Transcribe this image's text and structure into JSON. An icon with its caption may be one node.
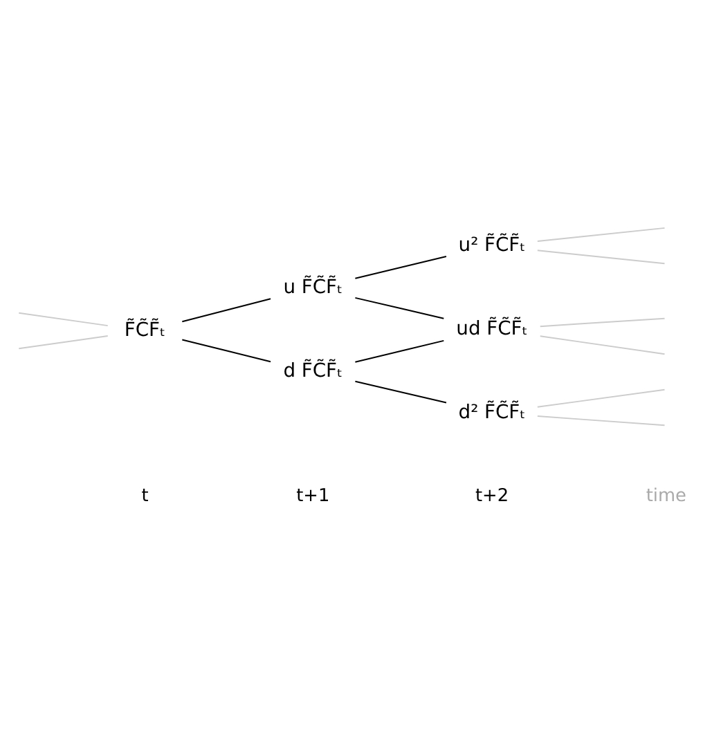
{
  "diagram": {
    "nodes": [
      {
        "text": [
          "F̃C̃F̃ₜ"
        ]
      },
      {
        "text": [
          "u F̃C̃F̃ₜ"
        ]
      },
      {
        "text": [
          "d F̃C̃F̃ₜ"
        ]
      },
      {
        "text": [
          "u² F̃C̃F̃ₜ"
        ]
      },
      {
        "text": [
          "ud F̃C̃F̃ₜ"
        ]
      },
      {
        "text": [
          "d² F̃C̃F̃ₜ"
        ]
      }
    ],
    "edges": [
      {
        "from": null,
        "to": 0,
        "arrow": "none"
      },
      {
        "from": null,
        "to": 0,
        "arrow": "none"
      },
      {
        "from": 0,
        "to": 1,
        "arrow": "none",
        "color": "#000000"
      },
      {
        "from": 0,
        "to": 2,
        "arrow": "none",
        "color": "#000000"
      },
      {
        "from": 1,
        "to": 3,
        "arrow": "none",
        "color": "#000000"
      },
      {
        "from": 1,
        "to": 4,
        "arrow": "none",
        "color": "#000000"
      },
      {
        "from": 2,
        "to": 4,
        "arrow": "none",
        "color": "#000000"
      },
      {
        "from": 2,
        "to": 5,
        "arrow": "none",
        "color": "#000000"
      },
      {
        "from": 3,
        "to": null,
        "arrow": "none"
      },
      {
        "from": 3,
        "to": null,
        "arrow": "none"
      },
      {
        "from": 4,
        "to": null,
        "arrow": "none"
      },
      {
        "from": 4,
        "to": null,
        "arrow": "none"
      },
      {
        "from": 5,
        "to": null,
        "arrow": "none"
      },
      {
        "from": 5,
        "to": null,
        "arrow": "none"
      }
    ],
    "labels": [
      "t",
      "t+1",
      "t+2",
      "time"
    ]
  }
}
